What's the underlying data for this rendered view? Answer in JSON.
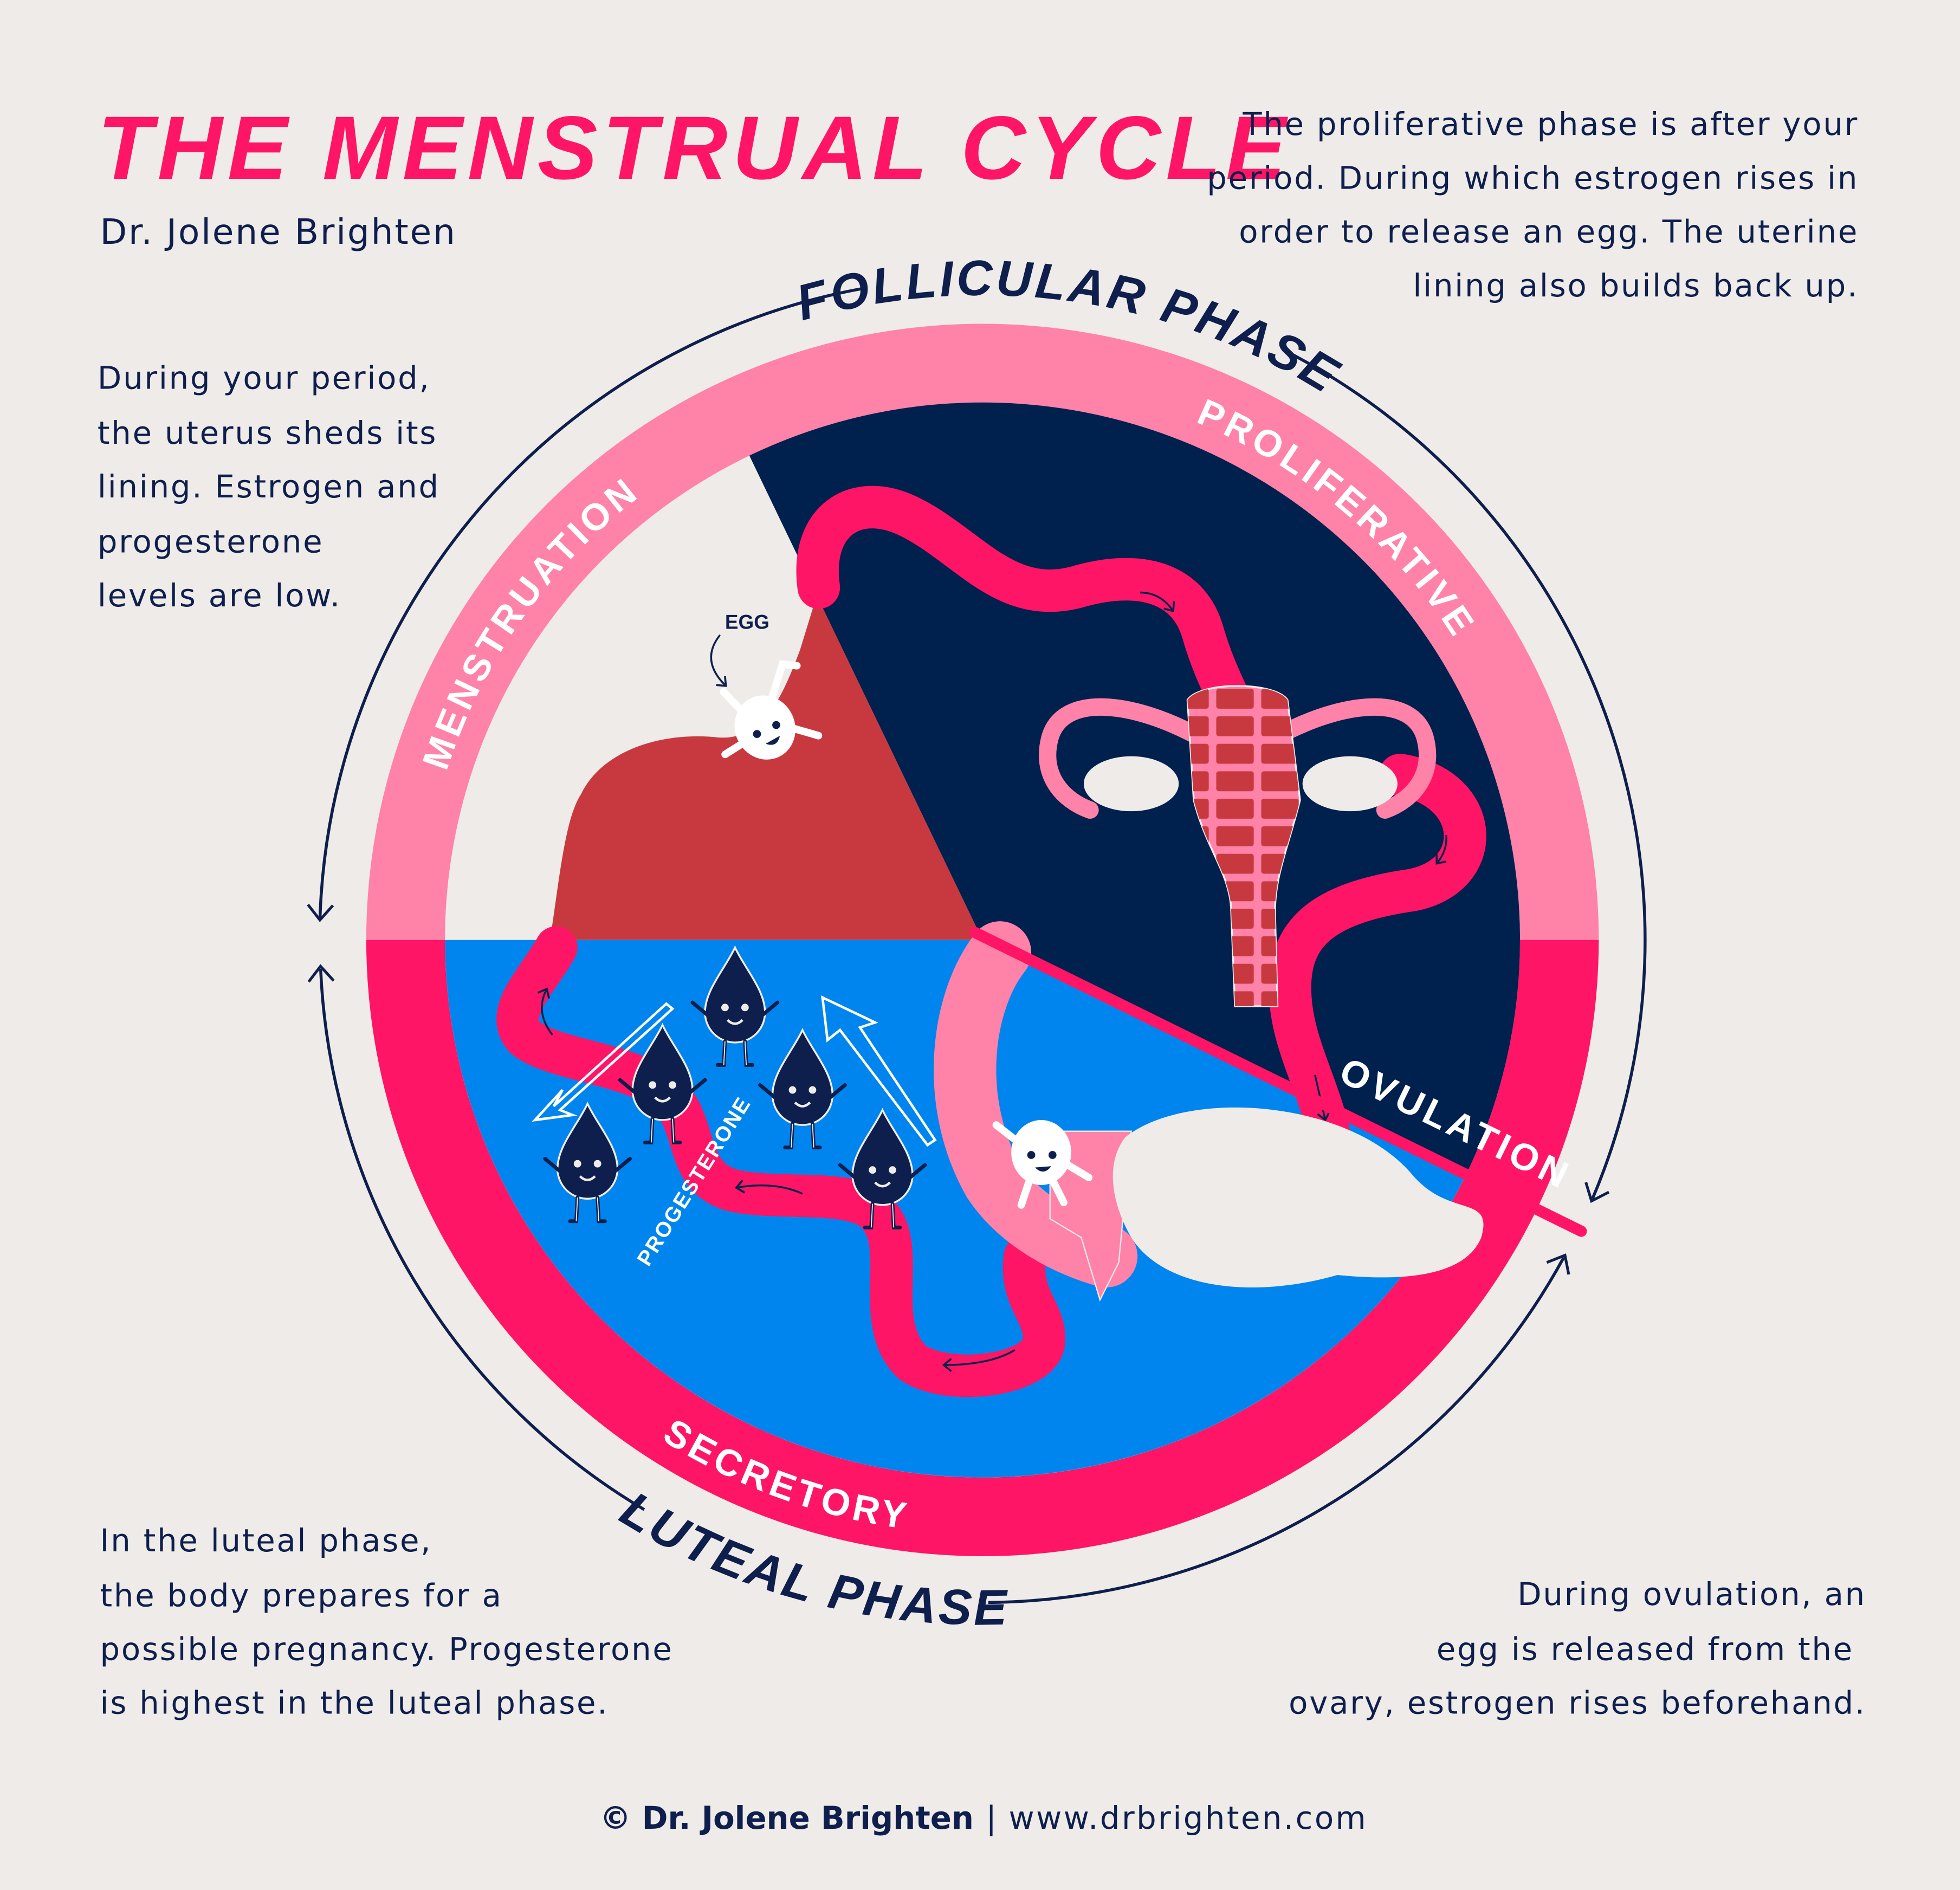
{
  "header": {
    "title": "THE MENSTRUAL CYCLE",
    "author": "Dr. Jolene Brighten"
  },
  "descriptions": {
    "proliferative": [
      "The proliferative phase is after your",
      "period. During which estrogen rises in",
      "order to release an egg.  The uterine",
      "lining also builds back up."
    ],
    "menstruation": [
      "During your period,",
      "the uterus sheds its",
      "lining. Estrogen and",
      "progesterone",
      "levels are low."
    ],
    "luteal": [
      "In the luteal phase,",
      "the body prepares for a",
      "possible pregnancy. Progesterone",
      "is highest in the luteal phase."
    ],
    "ovulation": [
      "During ovulation, an",
      "egg is released from the",
      "ovary, estrogen rises beforehand."
    ]
  },
  "phases": {
    "follicular": "FOLLICULAR PHASE",
    "luteal": "LUTEAL PHASE"
  },
  "ring_labels": {
    "menstruation": "MENSTRUATION",
    "proliferative": "PROLIFERATIVE",
    "secretory": "SECRETORY",
    "ovulation": "OVULATION"
  },
  "annotations": {
    "egg": "EGG",
    "progesterone": "PROGESTERONE"
  },
  "footer": {
    "copyright": "© Dr. Jolene Brighten",
    "separator": "|",
    "website": "www.drbrighten.com"
  },
  "colors": {
    "background": "#efebe8",
    "navy": "#0e1f4d",
    "hot_pink": "#ff1565",
    "light_pink": "#ff82a8",
    "blue": "#0085ee",
    "blood_red": "#c8393f"
  }
}
